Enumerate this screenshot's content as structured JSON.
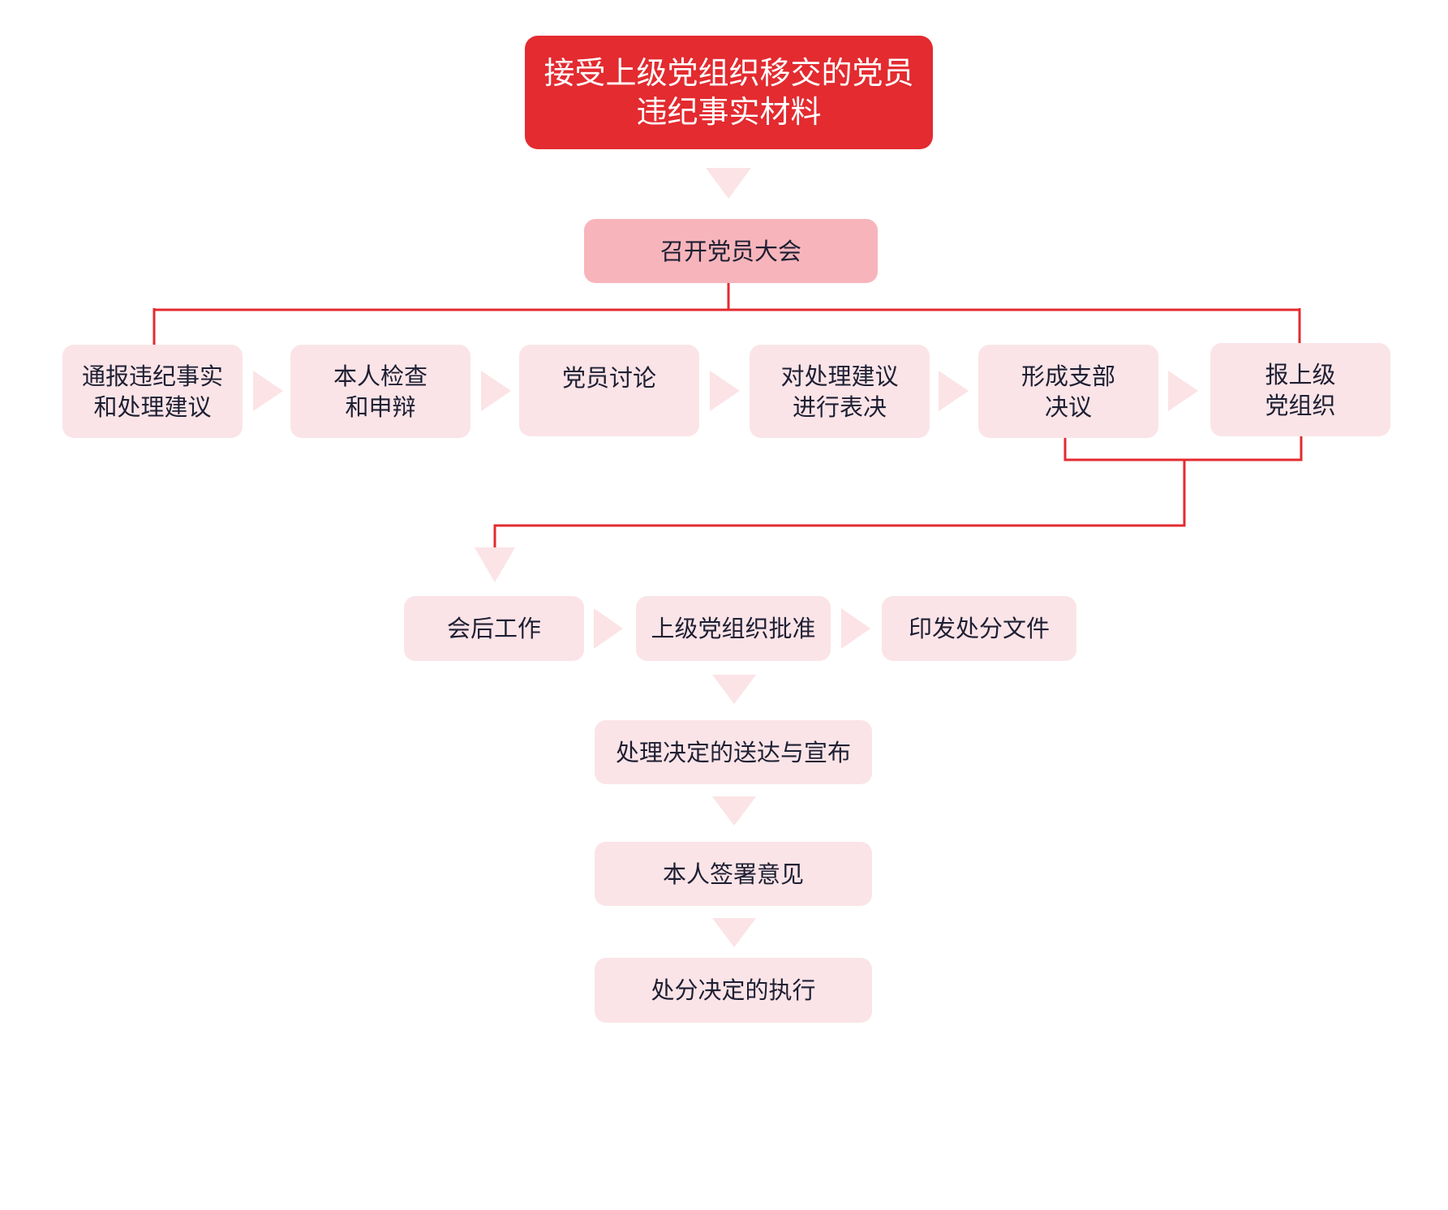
{
  "title": "接受上级党组织移交的党员\n违纪事实材料",
  "meeting": "召开党员大会",
  "row1": [
    "通报违纪事实\n和处理建议",
    "本人检查\n和申辩",
    "党员讨论",
    "对处理建议\n进行表决",
    "形成支部\n决议",
    "报上级\n党组织"
  ],
  "row2": [
    "会后工作",
    "上级党组织批准",
    "印发处分文件"
  ],
  "steps": [
    "处理决定的送达与宣布",
    "本人签署意见",
    "处分决定的执行"
  ],
  "colors": {
    "title_fill": "#e32b30",
    "meeting_fill": "#f7b5bb",
    "box_fill": "#fae4e7",
    "connector": "#e32b30",
    "arrow": "#fbe3e6"
  }
}
